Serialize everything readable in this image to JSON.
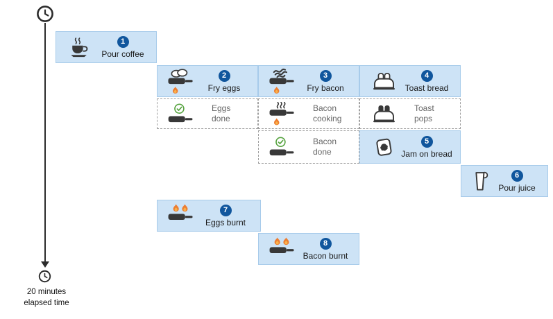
{
  "colors": {
    "box_fill": "#cde3f6",
    "box_border": "#a7cbea",
    "badge_blue": "#10569d",
    "badge_text": "#ffffff",
    "icon_dark": "#383838",
    "flame_orange": "#ed7d31",
    "flame_core": "#f9b24a",
    "check_green": "#56a33f",
    "dashed_border": "#9e9e9e",
    "muted_text": "#666666",
    "label_text": "#1a1a1a",
    "timeline_color": "#2b2b2b"
  },
  "timeline": {
    "elapsed_line1": "20 minutes",
    "elapsed_line2": "elapsed time"
  },
  "steps": {
    "pour_coffee": {
      "number": "1",
      "label": "Pour coffee"
    },
    "fry_eggs": {
      "number": "2",
      "label": "Fry eggs"
    },
    "eggs_done": {
      "label": "Eggs done"
    },
    "fry_bacon": {
      "number": "3",
      "label": "Fry bacon"
    },
    "bacon_cooking": {
      "label": "Bacon cooking"
    },
    "bacon_done": {
      "label": "Bacon done"
    },
    "toast_bread": {
      "number": "4",
      "label": "Toast bread"
    },
    "toast_pops": {
      "label": "Toast pops"
    },
    "jam_on_bread": {
      "number": "5",
      "label": "Jam on bread"
    },
    "pour_juice": {
      "number": "6",
      "label": "Pour juice"
    },
    "eggs_burnt": {
      "number": "7",
      "label": "Eggs burnt"
    },
    "bacon_burnt": {
      "number": "8",
      "label": "Bacon burnt"
    }
  }
}
